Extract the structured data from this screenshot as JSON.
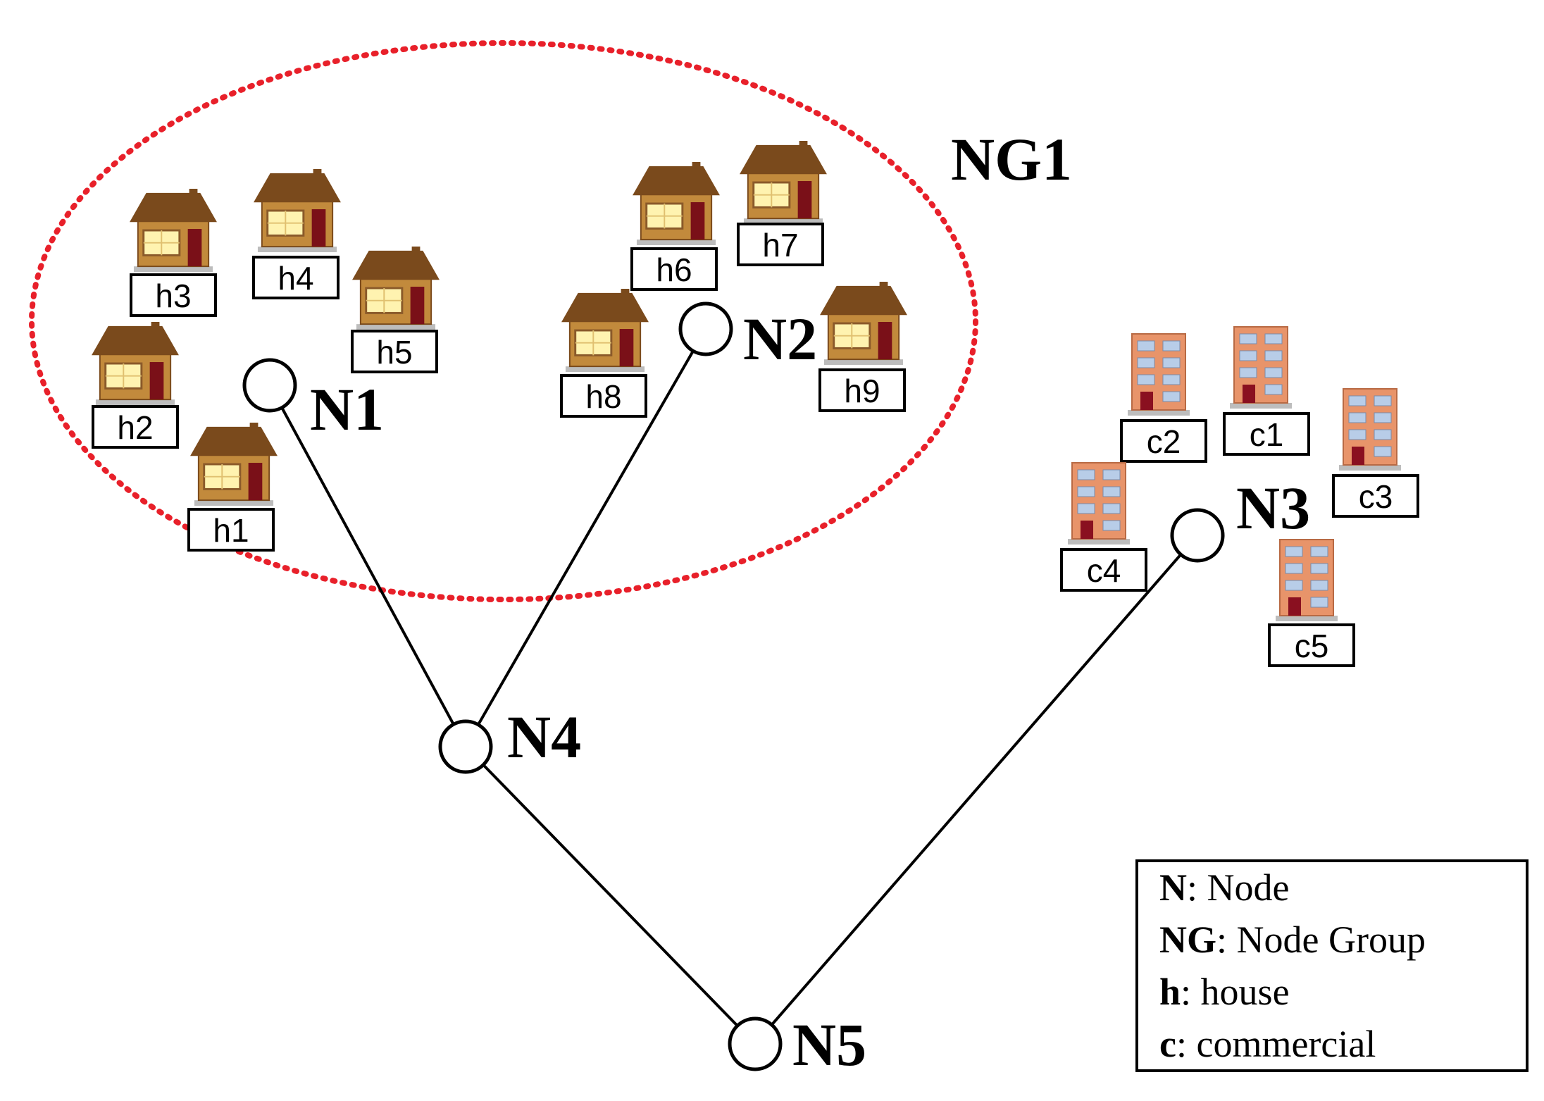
{
  "group": {
    "label": "NG1"
  },
  "nodes": [
    {
      "id": "n1",
      "label": "N1"
    },
    {
      "id": "n2",
      "label": "N2"
    },
    {
      "id": "n3",
      "label": "N3"
    },
    {
      "id": "n4",
      "label": "N4"
    },
    {
      "id": "n5",
      "label": "N5"
    }
  ],
  "edges": [
    [
      "n1",
      "n4"
    ],
    [
      "n2",
      "n4"
    ],
    [
      "n4",
      "n5"
    ],
    [
      "n3",
      "n5"
    ]
  ],
  "houses": [
    "h1",
    "h2",
    "h3",
    "h4",
    "h5",
    "h6",
    "h7",
    "h8",
    "h9"
  ],
  "commercials": [
    "c1",
    "c2",
    "c3",
    "c4",
    "c5"
  ],
  "legend": [
    {
      "key": "N",
      "text": ": Node"
    },
    {
      "key": "NG",
      "text": ": Node Group"
    },
    {
      "key": "h",
      "text": ": house"
    },
    {
      "key": "c",
      "text": ": commercial"
    }
  ],
  "colors": {
    "group_outline": "#e8202a",
    "house_roof": "#7a4a1c",
    "house_wall": "#c28a3c",
    "house_window": "#fff3b0",
    "door": "#7a1018",
    "building": "#e8946a",
    "building_window": "#b8cde8"
  }
}
